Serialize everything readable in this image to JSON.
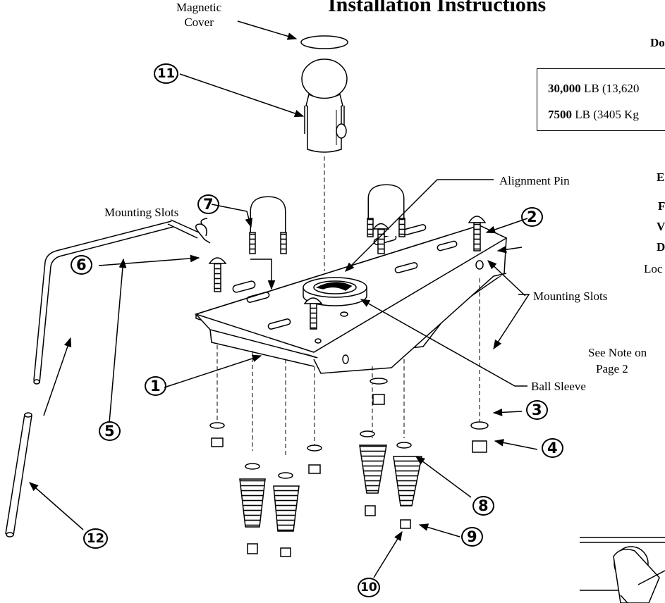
{
  "title": "Installation Instructions",
  "labels": {
    "magnetic_cover": "Magnetic\nCover",
    "alignment_pin": "Alignment Pin",
    "mounting_slots_left": "Mounting Slots",
    "mounting_slots_right": "Mounting Slots",
    "see_note_line1": "See Note on",
    "see_note_line2": "Page 2",
    "ball_sleeve": "Ball Sleeve"
  },
  "rating_box": {
    "row1_bold": "30,000",
    "row1_rest": " LB (13,620",
    "row2_bold": "7500",
    "row2_rest": " LB (3405 Kg"
  },
  "side_text": [
    "Do",
    "E",
    "F",
    "V",
    "D",
    "Loc"
  ],
  "callouts": [
    "11",
    "7",
    "6",
    "2",
    "1",
    "5",
    "3",
    "4",
    "8",
    "9",
    "10",
    "12"
  ]
}
